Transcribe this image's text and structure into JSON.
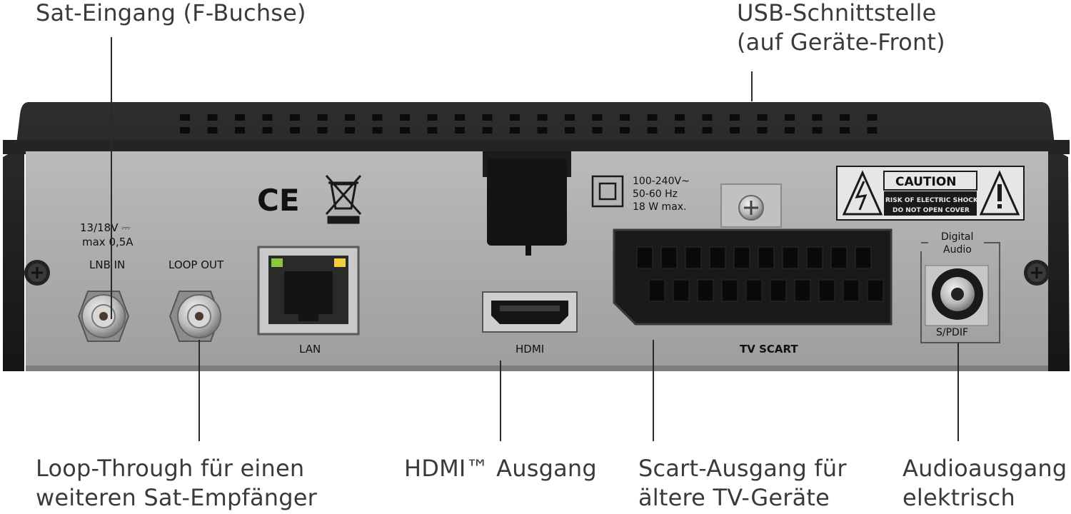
{
  "callouts": {
    "sat_input": "Sat-Eingang (F-Buchse)",
    "usb_line1": "USB-Schnittstelle",
    "usb_line2": "(auf Geräte-Front)",
    "loop_line1": "Loop-Through für einen",
    "loop_line2": "weiteren Sat-Empfänger",
    "hdmi": "HDMI™ Ausgang",
    "scart_line1": "Scart-Ausgang für",
    "scart_line2": "ältere TV-Geräte",
    "audio_line1": "Audioausgang",
    "audio_line2": "elektrisch"
  },
  "panel": {
    "lnb_spec1": "13/18V ⎓",
    "lnb_spec2": "max 0,5A",
    "lnb_in": "LNB IN",
    "loop_out": "LOOP OUT",
    "ce_mark": "CE",
    "lan": "LAN",
    "hdmi": "HDMI",
    "power_line1": "100-240V~",
    "power_line2": "50-60 Hz",
    "power_line3": "18 W max.",
    "caution_title": "CAUTION",
    "caution_line1": "RISK OF ELECTRIC SHOCK",
    "caution_line2": "DO NOT OPEN COVER",
    "tv_scart": "TV SCART",
    "digital": "Digital",
    "audio": "Audio",
    "spdif": "S/PDIF"
  },
  "colors": {
    "housing": "#1f1f1f",
    "panel": "#a9abad",
    "text": "#3a3a3a"
  }
}
